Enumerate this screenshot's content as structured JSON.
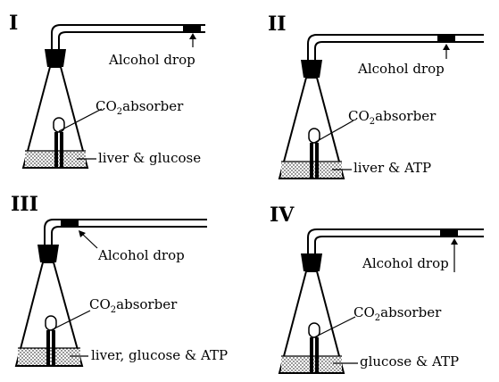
{
  "panels": [
    {
      "id": "I",
      "numeral": "I",
      "drop_label": "Alcohol drop",
      "co2_main": "CO",
      "co2_sub": "2",
      "co2_rest": "absorber",
      "contents": "liver & glucose"
    },
    {
      "id": "II",
      "numeral": "II",
      "drop_label": "Alcohol drop",
      "co2_main": "CO",
      "co2_sub": "2",
      "co2_rest": "absorber",
      "contents": "liver & ATP"
    },
    {
      "id": "III",
      "numeral": "III",
      "drop_label": "Alcohol drop",
      "co2_main": "CO",
      "co2_sub": "2",
      "co2_rest": "absorber",
      "contents": "liver, glucose & ATP"
    },
    {
      "id": "IV",
      "numeral": "IV",
      "drop_label": "Alcohol drop",
      "co2_main": "CO",
      "co2_sub": "2",
      "co2_rest": "absorber",
      "contents": "glucose & ATP"
    }
  ]
}
